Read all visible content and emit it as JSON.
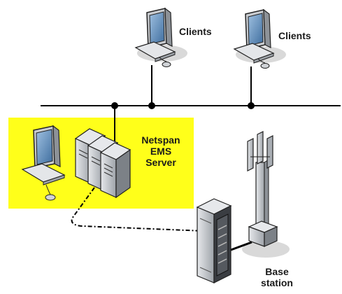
{
  "labels": {
    "clients_left": "Clients",
    "clients_right": "Clients",
    "server_line1": "Netspan",
    "server_line2": "EMS",
    "server_line3": "Server",
    "base_line1": "Base",
    "base_line2": "station"
  },
  "colors": {
    "server_zone": "#ffff1a",
    "network_line": "#000000",
    "device_gray": "#c8cbcf",
    "device_dark": "#3a3d42",
    "screen_blue": "#5a87b8"
  },
  "icons": {
    "client_left": "desktop-computer-icon",
    "client_right": "desktop-computer-icon",
    "ems_workstation": "desktop-computer-icon",
    "ems_server": "server-tower-icon",
    "base_station_cabinet": "rack-cabinet-icon",
    "antenna": "cell-tower-icon"
  }
}
